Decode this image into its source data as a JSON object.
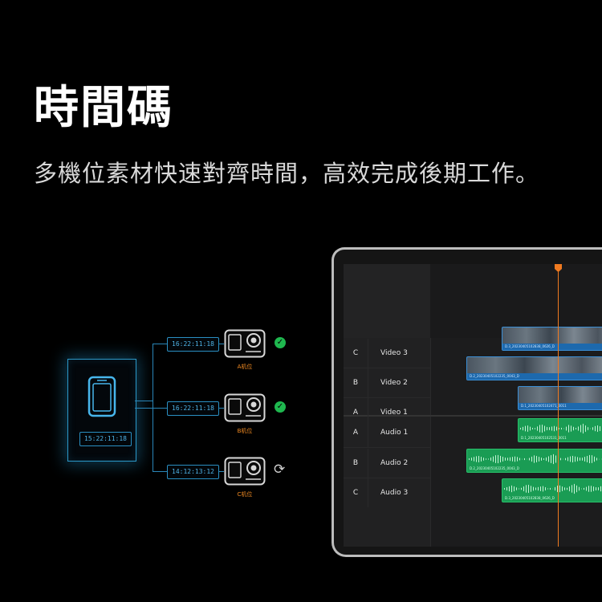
{
  "title": "時間碼",
  "subtitle": "多機位素材快速對齊時間，高效完成後期工作。",
  "source": {
    "timecode": "15:22:11:18"
  },
  "cameras": [
    {
      "timecode": "16:22:11:18",
      "label": "A机位",
      "status": "synced"
    },
    {
      "timecode": "16:22:11:18",
      "label": "B机位",
      "status": "synced"
    },
    {
      "timecode": "14:12:13:12",
      "label": "C机位",
      "status": "syncing"
    }
  ],
  "timeline": {
    "tracks": [
      {
        "letter": "C",
        "name": "Video 3",
        "type": "video",
        "clip": "D.3_20230405102838_0626_D"
      },
      {
        "letter": "B",
        "name": "Video 2",
        "type": "video",
        "clip": "D.2_20230405102235_0043_D"
      },
      {
        "letter": "A",
        "name": "Video 1",
        "type": "video",
        "clip": "D.1_20230405102471_0011"
      },
      {
        "letter": "A",
        "name": "Audio 1",
        "type": "audio",
        "clip": "D.1_20230405102531_0011"
      },
      {
        "letter": "B",
        "name": "Audio 2",
        "type": "audio",
        "clip": "D.2_20230405102235_0043_D"
      },
      {
        "letter": "C",
        "name": "Audio 3",
        "type": "audio",
        "clip": "D.3_20230405102838_0626_D"
      }
    ]
  },
  "colors": {
    "accent_blue": "#2a8fc2",
    "playhead": "#f07a20",
    "audio_clip": "#1a9c54",
    "check": "#1fb84f"
  }
}
